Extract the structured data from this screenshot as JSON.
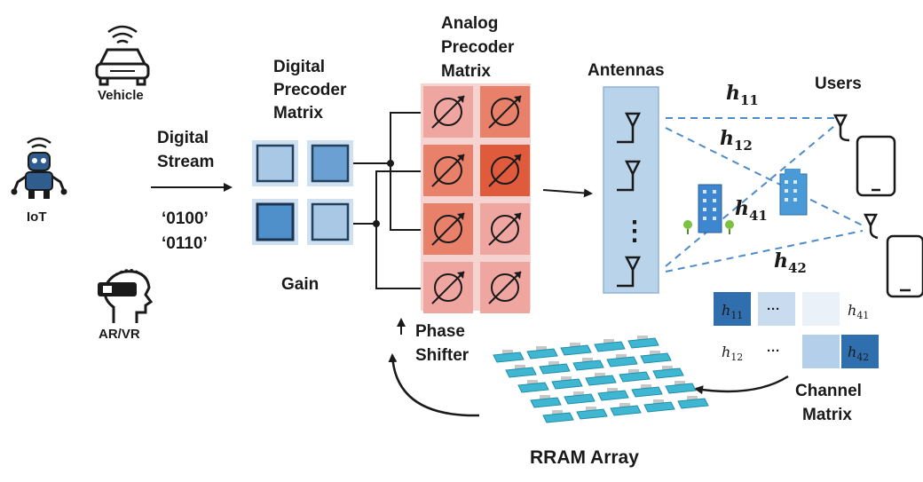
{
  "sources": {
    "vehicle_label": "Vehicle",
    "iot_label": "IoT",
    "arvr_label": "AR/VR"
  },
  "stream": {
    "title_line1": "Digital",
    "title_line2": "Stream",
    "bits_1": "‘0100’",
    "bits_2": "‘0110’"
  },
  "digital_precoder": {
    "title_line1": "Digital",
    "title_line2": "Precoder",
    "title_line3": "Matrix",
    "gain_label": "Gain"
  },
  "analog_precoder": {
    "title_line1": "Analog",
    "title_line2": "Precoder",
    "title_line3": "Matrix",
    "phase_shifter_line1": "Phase",
    "phase_shifter_line2": "Shifter"
  },
  "antennas": {
    "title": "Antennas",
    "ellipsis": "⋮"
  },
  "users": {
    "title": "Users"
  },
  "channel": {
    "h11_base": "h",
    "h11_sub": "11",
    "h12_base": "h",
    "h12_sub": "12",
    "h41_base": "h",
    "h41_sub": "41",
    "h42_base": "h",
    "h42_sub": "42",
    "matrix_line1": "Channel",
    "matrix_line2": "Matrix",
    "cells": {
      "r1c1_base": "h",
      "r1c1_sub": "11",
      "r1c2": "···",
      "r1c4_base": "h",
      "r1c4_sub": "41",
      "r2c1_base": "h",
      "r2c1_sub": "12",
      "r2c2": "···",
      "r2c4_base": "h",
      "r2c4_sub": "42"
    }
  },
  "rram": {
    "label": "RRAM Array"
  },
  "colors": {
    "digital_fill": "#a9c8e6",
    "digital_border": "#2e5f8a",
    "analog_light": "#f0a6a0",
    "analog_mid": "#e8806a",
    "analog_dark": "#e05a3c",
    "antenna_panel": "#b9d3ea",
    "link_dash": "#4d8cc8",
    "rram_tile": "#3fb7d2",
    "rram_pad": "#c7c7c7"
  }
}
